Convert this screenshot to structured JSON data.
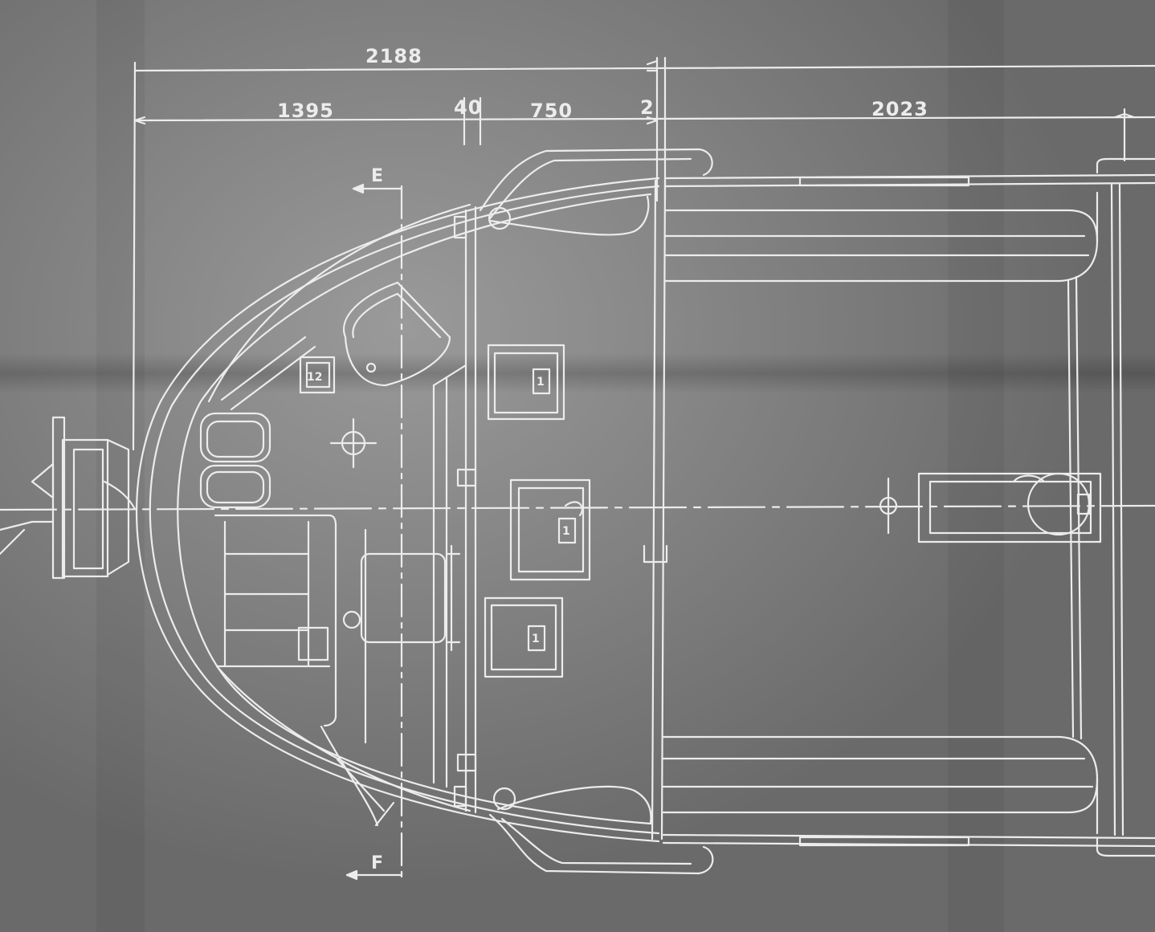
{
  "drawing": {
    "type": "blueprint-plan-view",
    "dimensions": {
      "overall_left": "2188",
      "segment_1": "1395",
      "segment_2": "40",
      "segment_3": "750",
      "segment_4": "2",
      "segment_5": "2023"
    },
    "section_marks": {
      "top": "E",
      "bottom": "F"
    },
    "panel_labels": {
      "panel_a": "1",
      "panel_b": "1",
      "panel_c": "1",
      "pedal_box": "12"
    },
    "colors": {
      "paper": "#6e6e6e",
      "line": "#ececec"
    }
  }
}
